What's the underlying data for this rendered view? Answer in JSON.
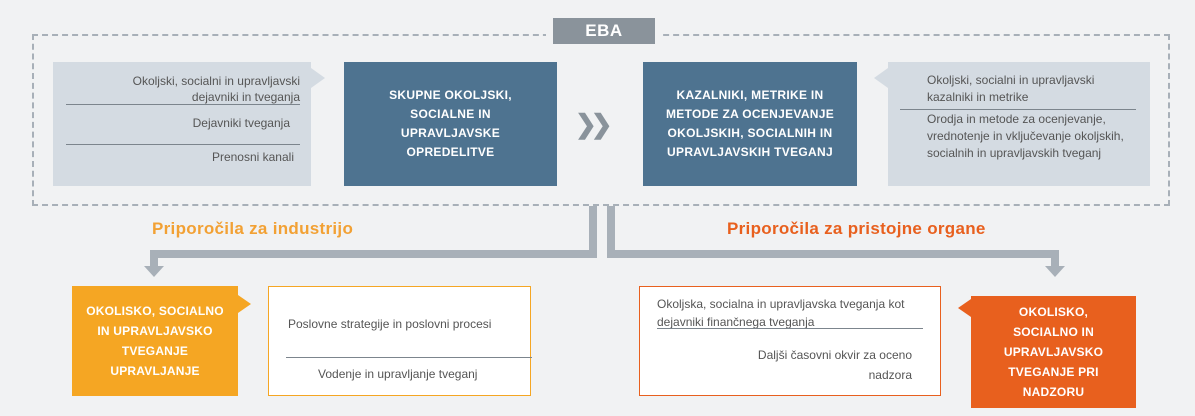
{
  "eba_label": "EBA",
  "left_grey": {
    "item1": "Okoljski, socialni in upravljavski dejavniki in tveganja",
    "item2": "Dejavniki tveganja",
    "item3": "Prenosni kanali"
  },
  "center_left": "SKUPNE OKOLJSKI, SOCIALNE IN UPRAVLJAVSKE OPREDELITVE",
  "chevrons": "❯❯",
  "center_right": "KAZALNIKI, METRIKE IN METODE ZA OCENJEVANJE OKOLJSKIH, SOCIALNIH IN UPRAVLJAVSKIH TVEGANJ",
  "right_grey": {
    "item1": "Okoljski, socialni in upravljavski kazalniki in metrike",
    "item2": "Orodja in metode za ocenjevanje, vrednotenje in vključevanje okoljskih, socialnih in upravljavskih tveganj"
  },
  "rec_industry": "Priporočila za industrijo",
  "rec_authorities": "Priporočila za pristojne organe",
  "bottom_left_orange": "OKOLISKO, SOCIALNO IN UPRAVLJAVSKO TVEGANJE UPRAVLJANJE",
  "bottom_left_white": {
    "item1": "Poslovne strategije in poslovni procesi",
    "item2": "Vodenje in upravljanje tveganj"
  },
  "bottom_right_white": {
    "item1": "Okoljska, socialna in upravljavska tveganja kot dejavniki finančnega tveganja",
    "item2": "Daljši časovni okvir za oceno nadzora"
  },
  "bottom_right_orange": "OKOLISKO, SOCIALNO IN UPRAVLJAVSKO TVEGANJE PRI NADZORU",
  "colors": {
    "orange_light": "#f5a623",
    "orange_dark": "#e8601e",
    "blue": "#4e7390",
    "grey": "#d4dbe2",
    "rec_industry_color": "#f2a134",
    "rec_authorities_color": "#e8601e"
  }
}
